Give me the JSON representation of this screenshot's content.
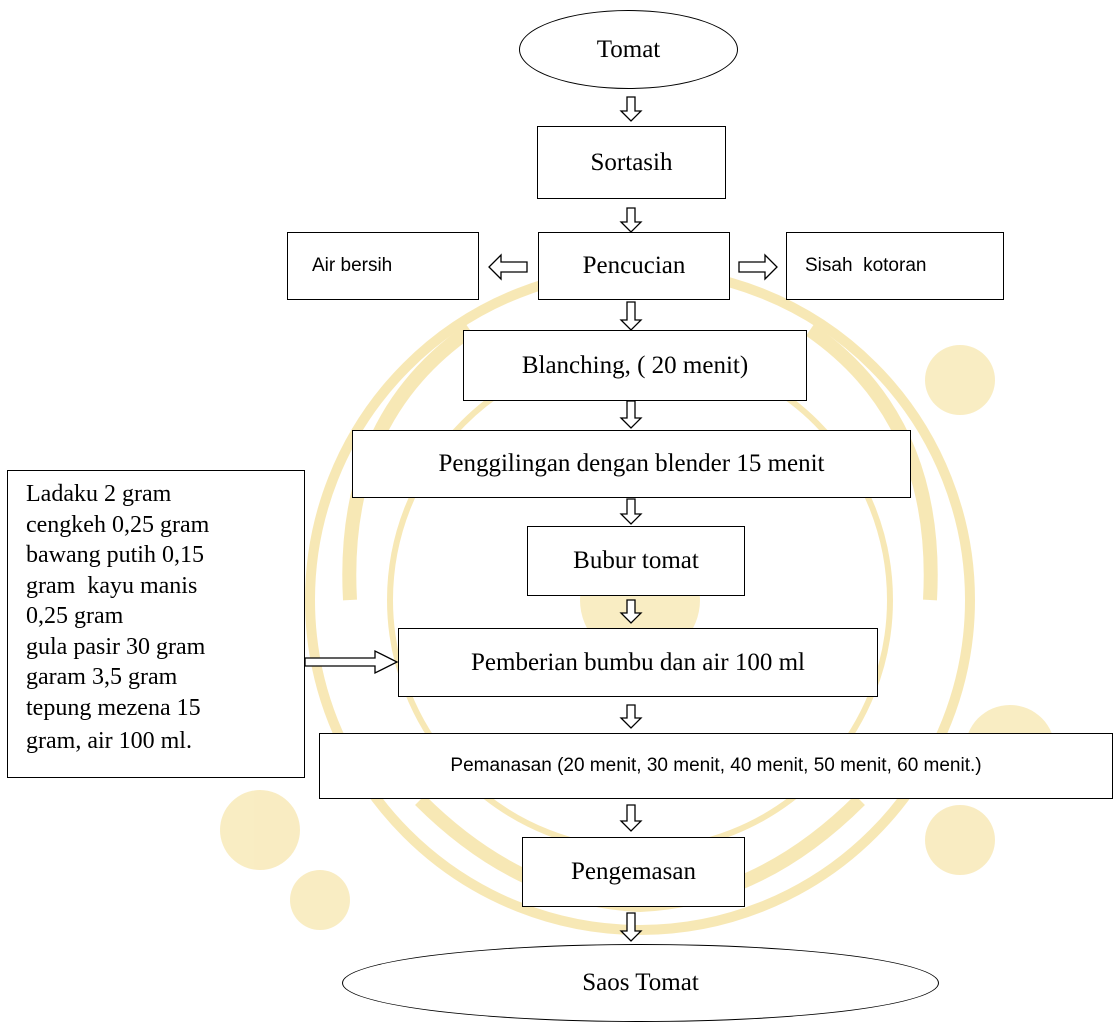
{
  "nodes": {
    "tomat": "Tomat",
    "sortasih": "Sortasih",
    "air_bersih": "Air bersih",
    "pencucian": "Pencucian",
    "sisah_kotoran": "Sisah  kotoran",
    "blanching": "Blanching, ( 20 menit)",
    "penggilingan": "Penggilingan dengan blender 15 menit",
    "bubur_tomat": "Bubur tomat",
    "pemberian": "Pemberian bumbu dan air 100 ml",
    "pemanasan": "Pemanasan (20 menit, 30 menit, 40 menit, 50 menit, 60 menit.)",
    "pengemasan": "Pengemasan",
    "saos_tomat": "Saos Tomat"
  },
  "ingredients": [
    "Ladaku 2 gram",
    "cengkeh 0,25 gram",
    "bawang putih 0,15",
    "gram  kayu manis",
    "0,25 gram",
    "gula pasir 30 gram",
    "garam 3,5 gram",
    "tepung mezena 15",
    "gram, air 100 ml."
  ],
  "colors": {
    "watermark": "#f2d67a"
  }
}
